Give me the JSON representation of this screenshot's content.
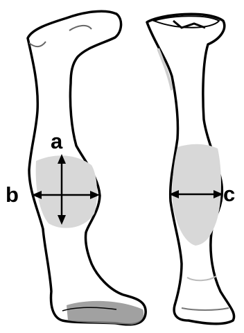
{
  "labels": {
    "a": "a",
    "b": "b",
    "c": "c"
  },
  "colors": {
    "outline": "#000000",
    "bone_fill": "#ffffff",
    "shade": "#d8d8d8",
    "dark_shade": "#8a8a8a"
  }
}
